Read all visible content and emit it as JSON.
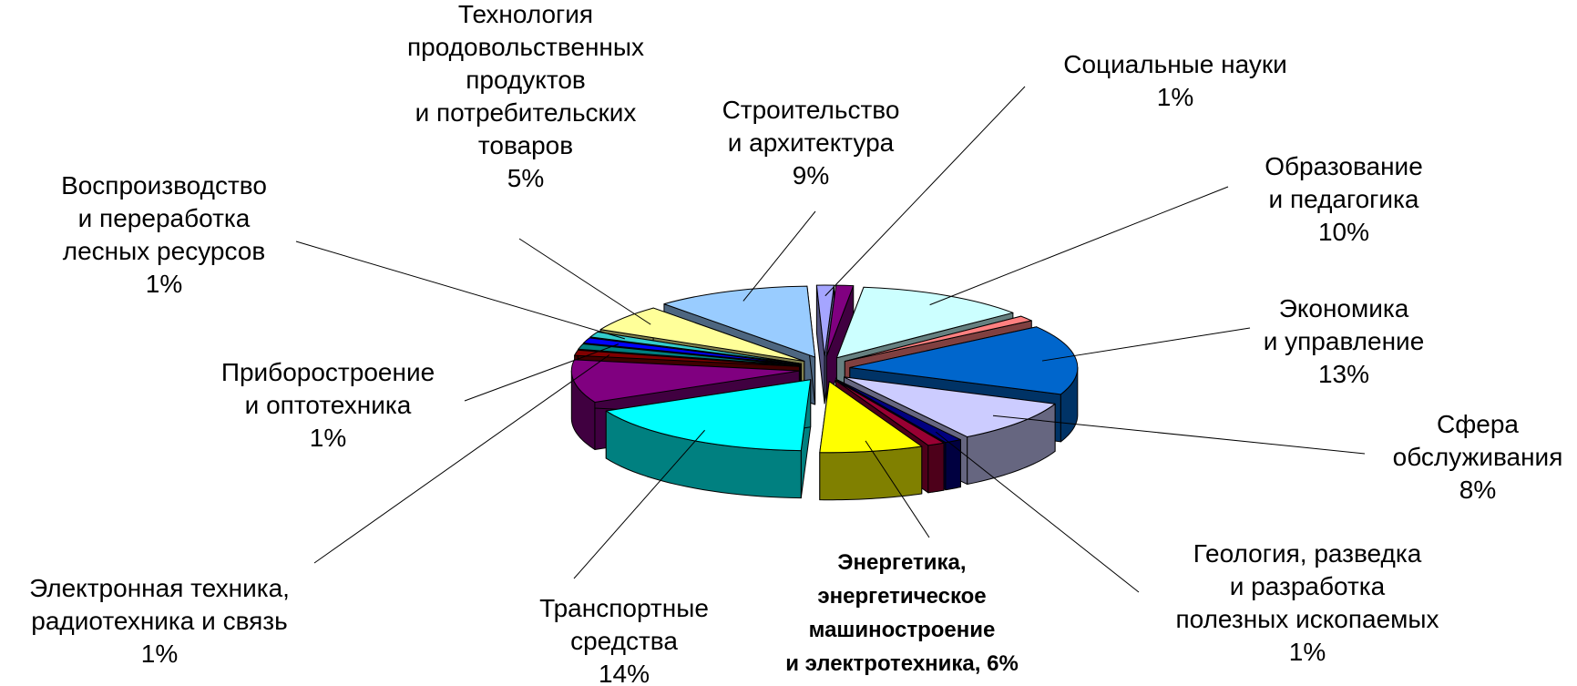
{
  "chart_data": {
    "type": "pie",
    "title": "",
    "unit": "%",
    "slices": [
      {
        "id": "social",
        "lines": [
          "Социальные науки"
        ],
        "pct_text": "1%",
        "value": 1,
        "color": "#a5a5ff"
      },
      {
        "id": "education",
        "lines": [
          "Образование",
          "и педагогика"
        ],
        "pct_text": "10%",
        "value": 10,
        "color": "#ccffff"
      },
      {
        "id": "economics",
        "lines": [
          "Экономика",
          "и управление"
        ],
        "pct_text": "13%",
        "value": 13,
        "color": "#0066cc"
      },
      {
        "id": "service",
        "lines": [
          "Сфера",
          "обслуживания"
        ],
        "pct_text": "8%",
        "value": 8,
        "color": "#ccccff"
      },
      {
        "id": "geology",
        "lines": [
          "Геология, разведка",
          "и разработка",
          "полезных ископаемых"
        ],
        "pct_text": "1%",
        "value": 1,
        "color": "#000080"
      },
      {
        "id": "energy",
        "lines": [
          "Энергетика,",
          "энергетическое",
          "машиностроение",
          "и электротехника, 6%"
        ],
        "pct_text": "",
        "value": 6,
        "bold": true,
        "color": "#ffff00"
      },
      {
        "id": "transport",
        "lines": [
          "Транспортные",
          "средства"
        ],
        "pct_text": "14%",
        "value": 14,
        "color": "#00ffff"
      },
      {
        "id": "electronics",
        "lines": [
          "Электронная техника,",
          "радиотехника и связь"
        ],
        "pct_text": "1%",
        "value": 1,
        "color": "#800000"
      },
      {
        "id": "instruments",
        "lines": [
          "Приборостроение",
          "и оптотехника"
        ],
        "pct_text": "1%",
        "value": 1,
        "color": "#0000ff"
      },
      {
        "id": "forest",
        "lines": [
          "Воспроизводство",
          "и переработка",
          "лесных ресурсов"
        ],
        "pct_text": "1%",
        "value": 1,
        "color": "#33cccc"
      },
      {
        "id": "food",
        "lines": [
          "Технология",
          "продовольственных",
          "продуктов",
          "и потребительских",
          "товаров"
        ],
        "pct_text": "5%",
        "value": 5,
        "color": "#ffff99"
      },
      {
        "id": "construction",
        "lines": [
          "Строительство",
          "и архитектура"
        ],
        "pct_text": "9%",
        "value": 9,
        "color": "#99ccff"
      }
    ],
    "unlabeled_slices": [
      {
        "id": "unlabeled-1",
        "value": 1,
        "color": "#800080"
      },
      {
        "id": "unlabeled-2",
        "value": 1,
        "color": "#ff8080"
      },
      {
        "id": "unlabeled-3",
        "value": 1,
        "color": "#990033"
      },
      {
        "id": "unlabeled-4",
        "value": 8,
        "color": "#800080"
      },
      {
        "id": "unlabeled-5",
        "value": 1,
        "color": "#008080"
      }
    ]
  }
}
